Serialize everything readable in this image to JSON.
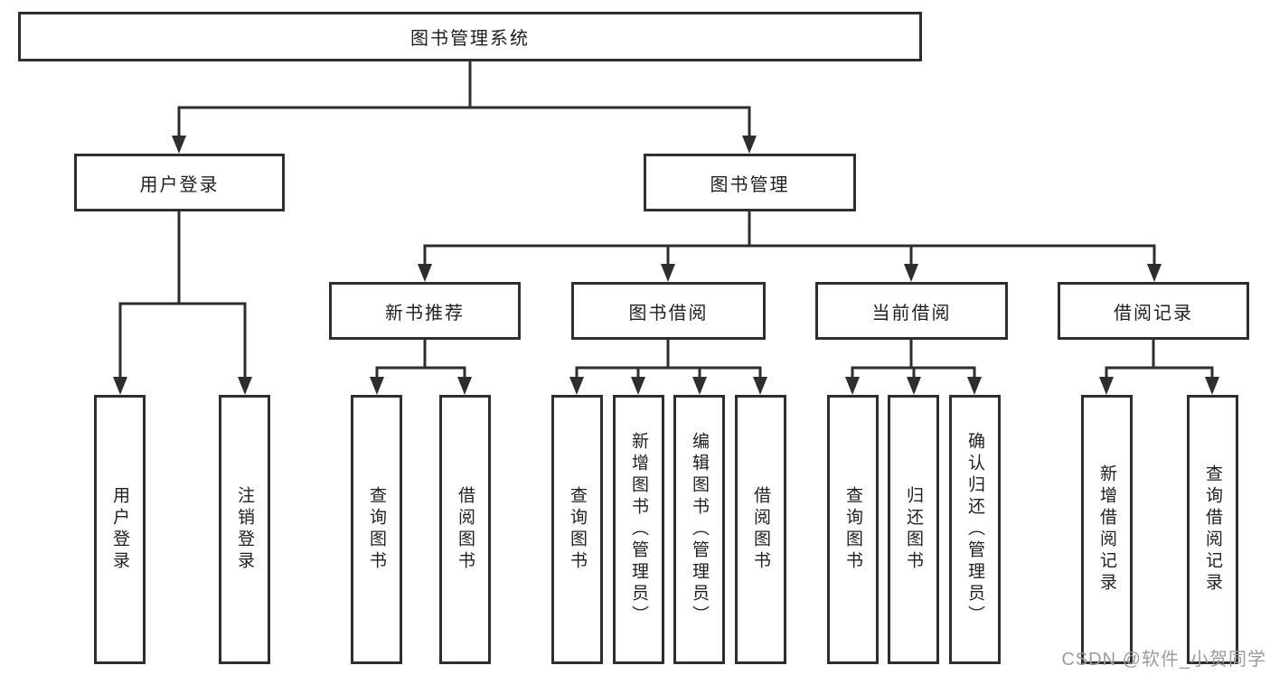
{
  "colors": {
    "line": "#2e2e2e",
    "box_border": "#2e2e2e",
    "text": "#1f1f1f",
    "watermark": "#9b9b9b",
    "background": "#ffffff"
  },
  "tree": {
    "root": "图书管理系统",
    "level2": [
      "用户登录",
      "图书管理"
    ],
    "level3": [
      "新书推荐",
      "图书借阅",
      "当前借阅",
      "借阅记录"
    ],
    "level4": {
      "user_login": [
        "用户登录",
        "注销登录"
      ],
      "new_book": [
        "查询图书",
        "借阅图书"
      ],
      "book_borrow": [
        "查询图书",
        "新增图书（管理员）",
        "编辑图书（管理员）",
        "借阅图书"
      ],
      "current_borrow": [
        "查询图书",
        "归还图书",
        "确认归还（管理员）"
      ],
      "borrow_record": [
        "新增借阅记录",
        "查询借阅记录"
      ]
    }
  },
  "watermark": "CSDN @软件_小贺同学"
}
